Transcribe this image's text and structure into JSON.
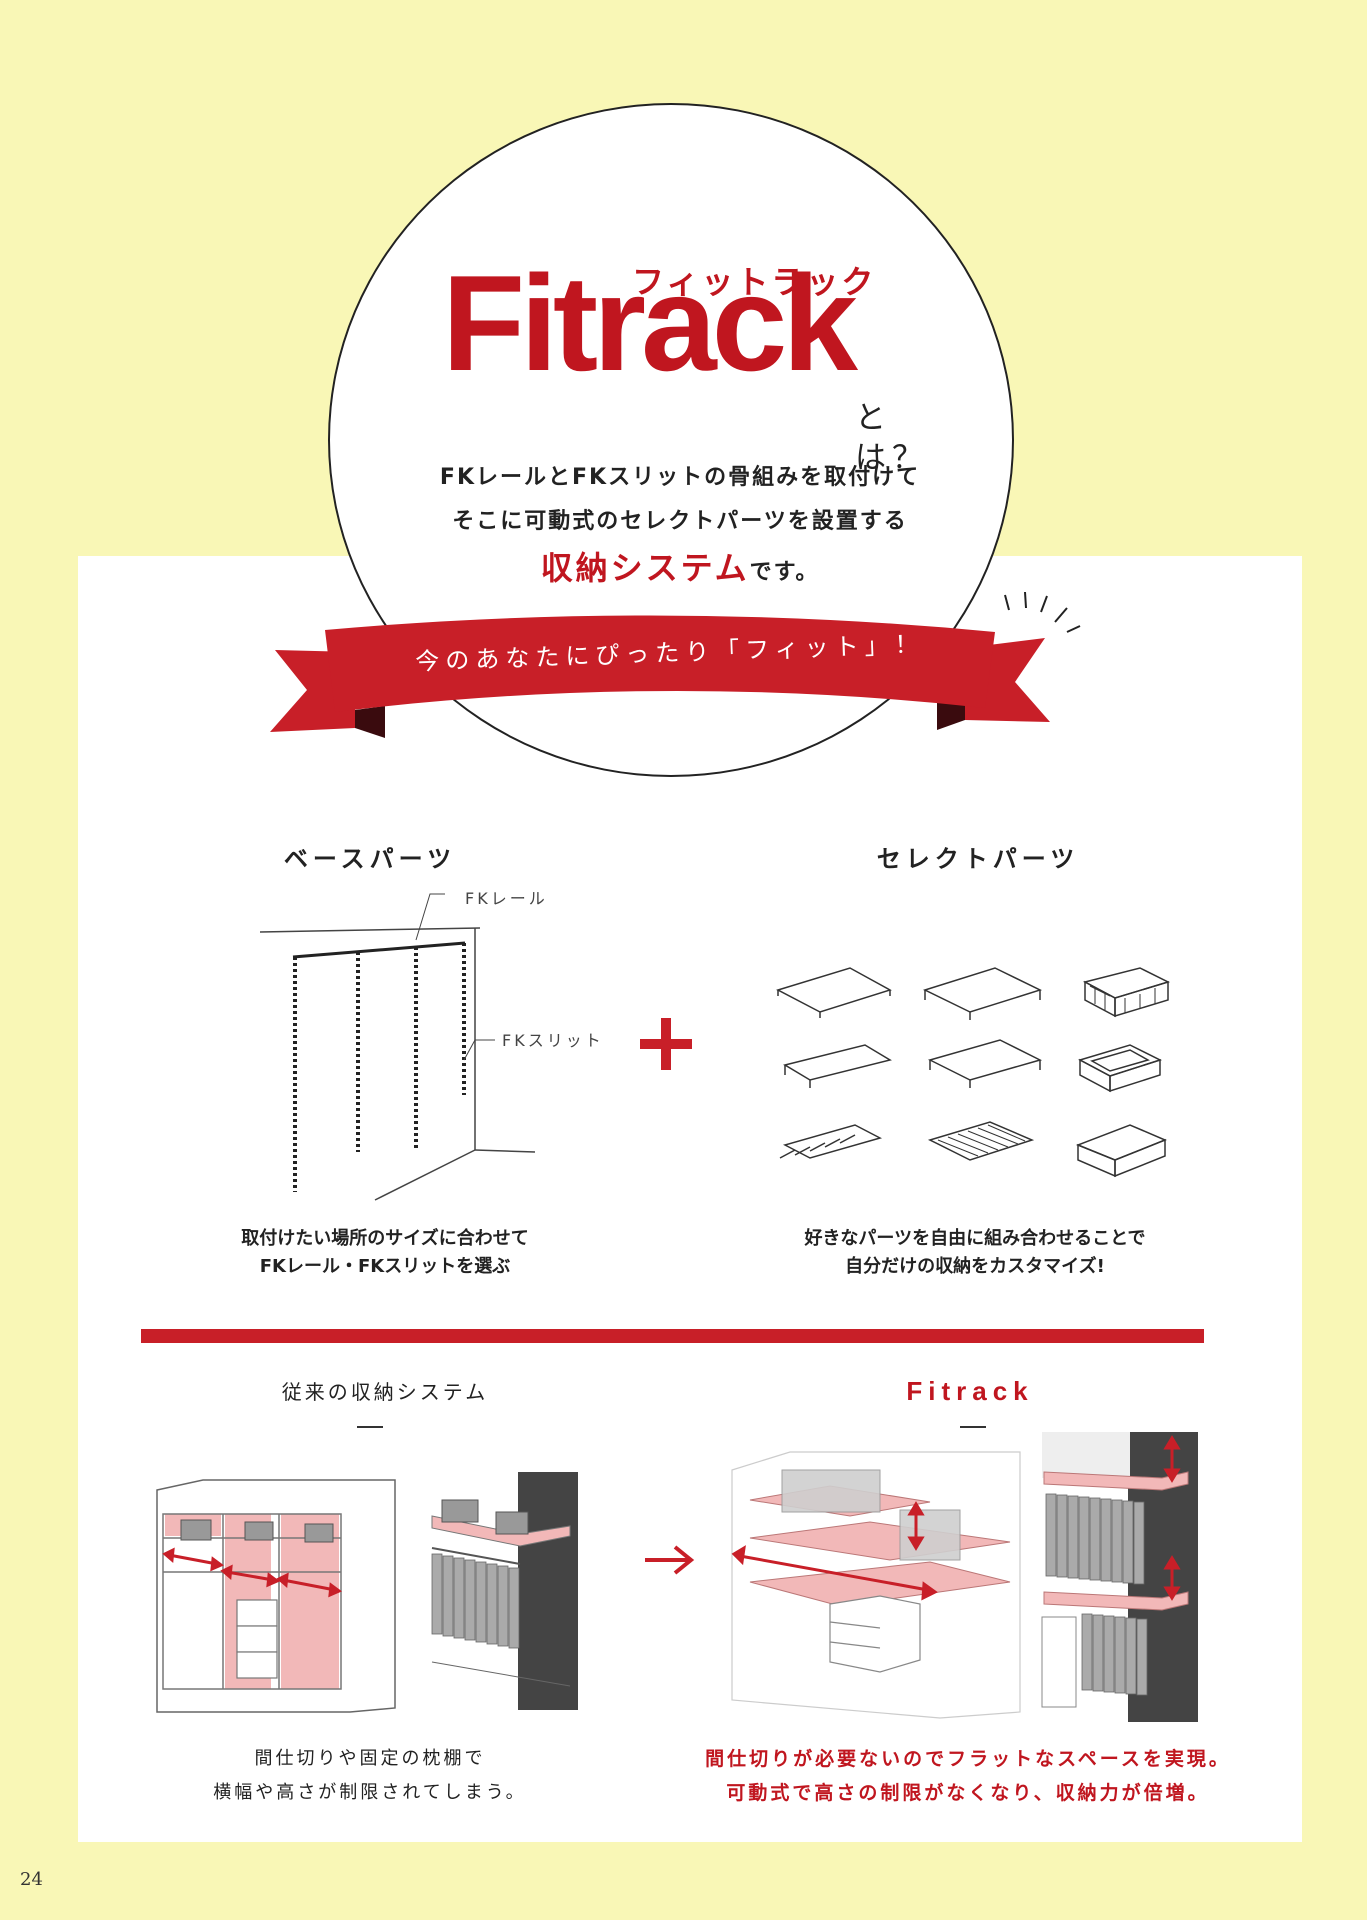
{
  "hero": {
    "logo": "Fitrack",
    "katakana": "フィットラック",
    "towa": "とは？",
    "desc_line1": "FKレールとFKスリットの骨組みを取付けて",
    "desc_line2": "そこに可動式のセレクトパーツを設置する",
    "desc_highlight": "収納システム",
    "desc_tail": "です。",
    "ribbon": "今のあなたにぴったり「フィット」！"
  },
  "parts": {
    "base_title": "ベースパーツ",
    "select_title": "セレクトパーツ",
    "rail_label": "FKレール",
    "slit_label": "FKスリット",
    "plus": "+",
    "base_caption_1": "取付けたい場所のサイズに合わせて",
    "base_caption_2": "FKレール・FKスリットを選ぶ",
    "select_caption_1": "好きなパーツを自由に組み合わせることで",
    "select_caption_2": "自分だけの収納をカスタマイズ!"
  },
  "compare": {
    "old_title": "従来の収納システム",
    "new_title": "Fitrack",
    "old_caption_1": "間仕切りや固定の枕棚で",
    "old_caption_2": "横幅や高さが制限されてしまう。",
    "new_caption_1": "間仕切りが必要ないのでフラットなスペースを実現。",
    "new_caption_2": "可動式で高さの制限がなくなり、収納力が倍増。"
  },
  "page_number": "24",
  "colors": {
    "accent": "#c0161f",
    "background": "#f9f7b6",
    "panel": "#ffffff",
    "shelf_pink": "#f2b8b8"
  }
}
